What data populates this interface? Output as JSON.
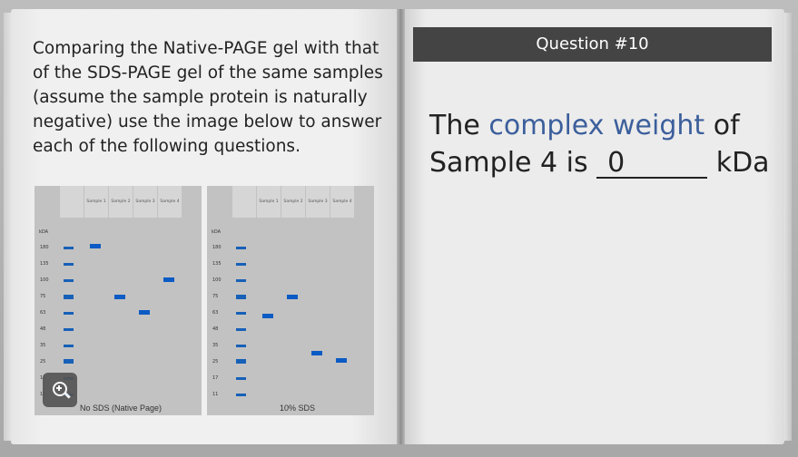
{
  "prompt": "Comparing the Native-PAGE gel with that of the SDS-PAGE gel of the same samples (assume the sample protein is naturally negative) use the image below to answer each of the following questions.",
  "gels": [
    {
      "label": "No SDS (Native Page)",
      "wells": [
        "Sample 1",
        "Sample 2",
        "Sample 3",
        "Sample 4"
      ],
      "unit": "kDA",
      "markers": [
        "180",
        "135",
        "100",
        "75",
        "63",
        "48",
        "35",
        "25",
        "17",
        "11"
      ]
    },
    {
      "label": "10% SDS",
      "wells": [
        "Sample 1",
        "Sample 2",
        "Sample 3",
        "Sample 4"
      ],
      "unit": "kDA",
      "markers": [
        "180",
        "135",
        "100",
        "75",
        "63",
        "48",
        "35",
        "25",
        "17",
        "11"
      ]
    }
  ],
  "question": {
    "header": "Question #10",
    "text_before": "The",
    "keyword": "complex weight",
    "text_after": "of",
    "line2_prefix": "Sample 4 is",
    "answer": "0",
    "unit": "kDa"
  },
  "colors": {
    "band": "#0b5bc4",
    "keyword": "#3c5f9c",
    "header_bg": "#444444"
  },
  "icons": {
    "zoom": "zoom-in-icon"
  }
}
